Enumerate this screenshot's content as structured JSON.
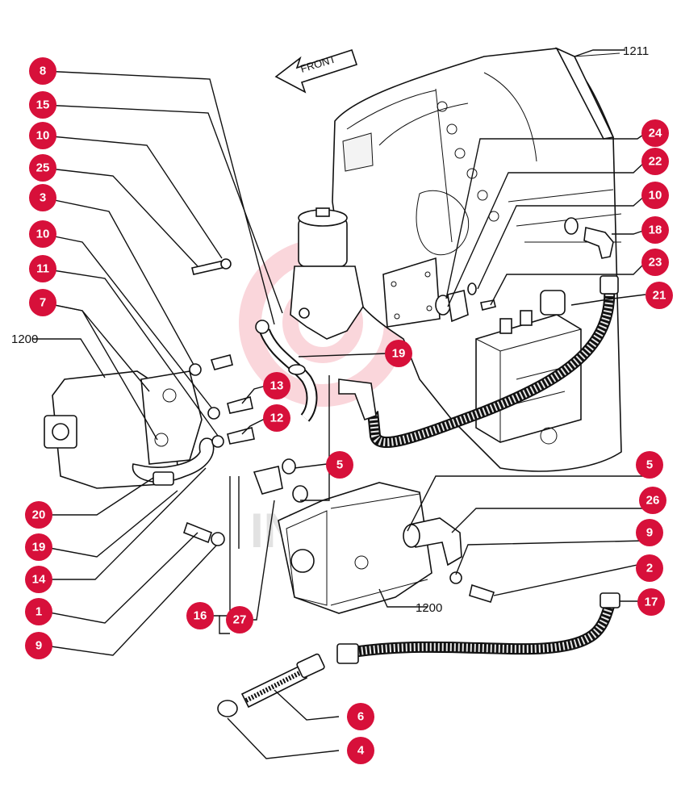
{
  "front_label": "FRONT",
  "watermark": "INTEX",
  "colors": {
    "callout": "#d7103a",
    "line": "#111111",
    "watermark": "#f08a98"
  },
  "callouts": [
    {
      "id": "c8",
      "text": "8"
    },
    {
      "id": "c15",
      "text": "15"
    },
    {
      "id": "c10a",
      "text": "10"
    },
    {
      "id": "c25",
      "text": "25"
    },
    {
      "id": "c3",
      "text": "3"
    },
    {
      "id": "c10b",
      "text": "10"
    },
    {
      "id": "c11",
      "text": "11"
    },
    {
      "id": "c7",
      "text": "7"
    },
    {
      "id": "c24",
      "text": "24"
    },
    {
      "id": "c22",
      "text": "22"
    },
    {
      "id": "c10c",
      "text": "10"
    },
    {
      "id": "c18",
      "text": "18"
    },
    {
      "id": "c23",
      "text": "23"
    },
    {
      "id": "c21",
      "text": "21"
    },
    {
      "id": "c19a",
      "text": "19"
    },
    {
      "id": "c13",
      "text": "13"
    },
    {
      "id": "c12",
      "text": "12"
    },
    {
      "id": "c5a",
      "text": "5"
    },
    {
      "id": "c5b",
      "text": "5"
    },
    {
      "id": "c26",
      "text": "26"
    },
    {
      "id": "c9a",
      "text": "9"
    },
    {
      "id": "c2",
      "text": "2"
    },
    {
      "id": "c17",
      "text": "17"
    },
    {
      "id": "c20",
      "text": "20"
    },
    {
      "id": "c19b",
      "text": "19"
    },
    {
      "id": "c14",
      "text": "14"
    },
    {
      "id": "c1",
      "text": "1"
    },
    {
      "id": "c9b",
      "text": "9"
    },
    {
      "id": "c16",
      "text": "16"
    },
    {
      "id": "c27",
      "text": "27"
    },
    {
      "id": "c6",
      "text": "6"
    },
    {
      "id": "c4",
      "text": "4"
    }
  ],
  "plain_labels": [
    {
      "id": "l1211",
      "text": "1211"
    },
    {
      "id": "l1200a",
      "text": "1200"
    },
    {
      "id": "l1200b",
      "text": "1200"
    }
  ]
}
